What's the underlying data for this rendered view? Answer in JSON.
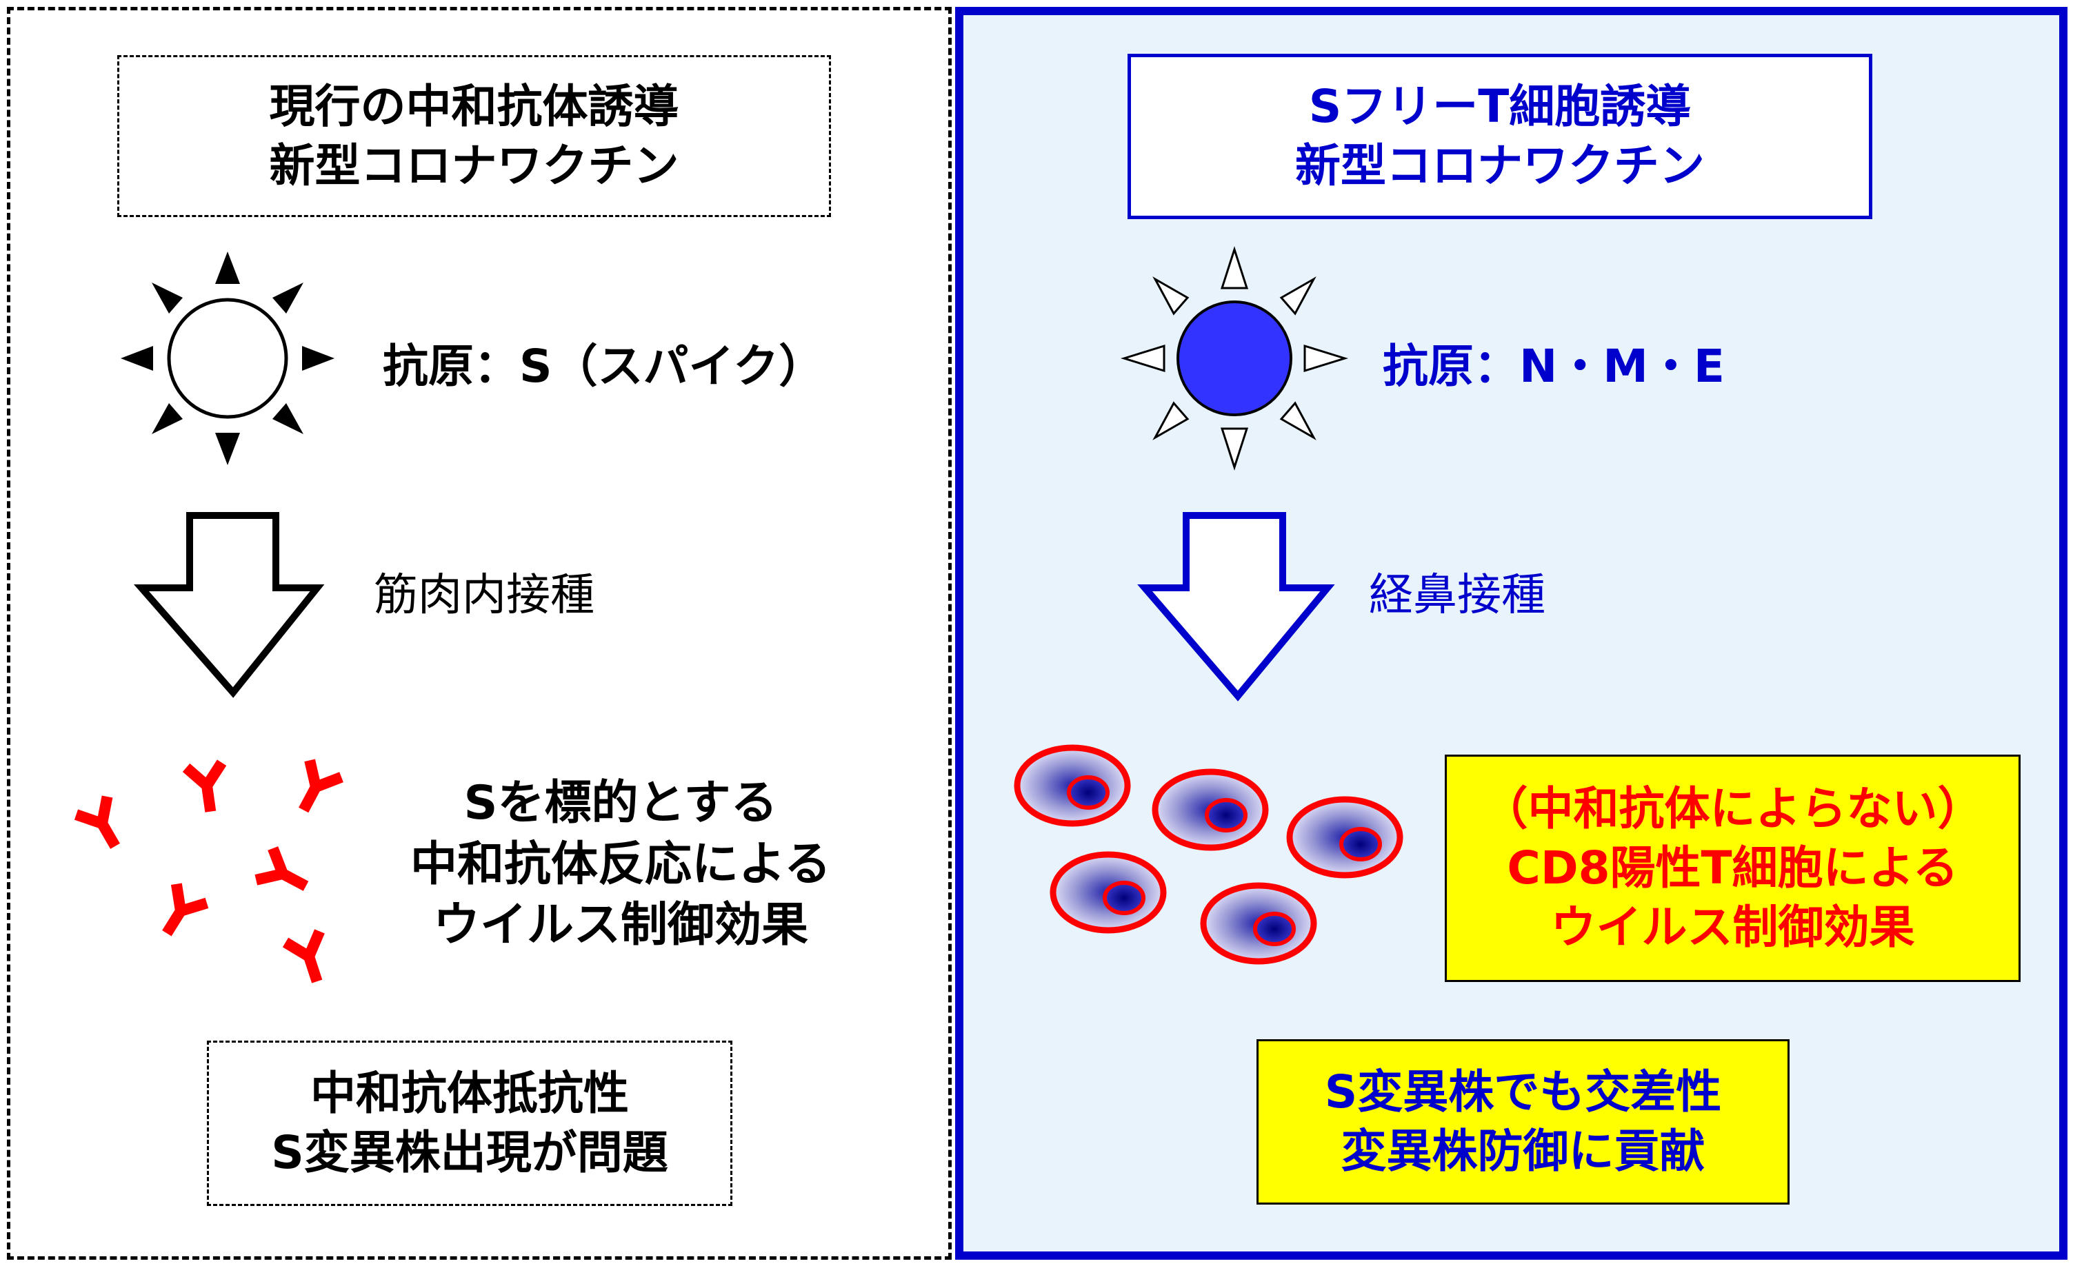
{
  "left": {
    "title": [
      "現行の中和抗体誘導",
      "新型コロナワクチン"
    ],
    "antigen_label": "抗原：S（スパイク）",
    "route": "筋肉内接種",
    "effect": [
      "Sを標的とする",
      "中和抗体反応による",
      "ウイルス制御効果"
    ],
    "issue": [
      "中和抗体抵抗性",
      "S変異株出現が問題"
    ]
  },
  "right": {
    "title": [
      "SフリーT細胞誘導",
      "新型コロナワクチン"
    ],
    "antigen_label": "抗原：N・M・E",
    "route": "経鼻接種",
    "effect": [
      "（中和抗体によらない）",
      "CD8陽性T細胞による",
      "ウイルス制御効果"
    ],
    "advantage": [
      "S変異株でも交差性",
      "変異株防御に貢献"
    ]
  },
  "colors": {
    "left_ink": "#000000",
    "right_ink": "#0000cc",
    "right_panel_bg": "#e8f3fc",
    "antibody": "#ff0000",
    "highlight_box": "#ffff00",
    "virus_right": "#3333ff"
  }
}
